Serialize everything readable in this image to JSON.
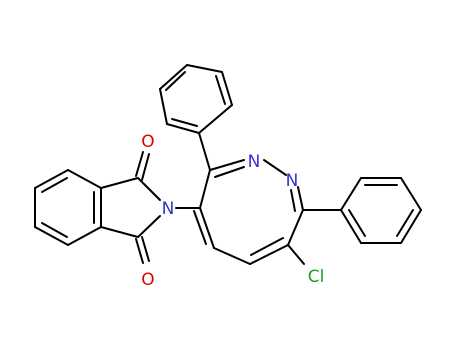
{
  "molecule": {
    "atom_labels": {
      "n_imide": "N",
      "o_top": "O",
      "o_bottom": "O",
      "n_upper": "N",
      "n_lower": "N",
      "cl": "Cl"
    },
    "colors": {
      "bond": "#000000",
      "nitrogen": "#3333cc",
      "oxygen": "#e00000",
      "chlorine": "#1fa01f",
      "background": "#ffffff"
    }
  }
}
